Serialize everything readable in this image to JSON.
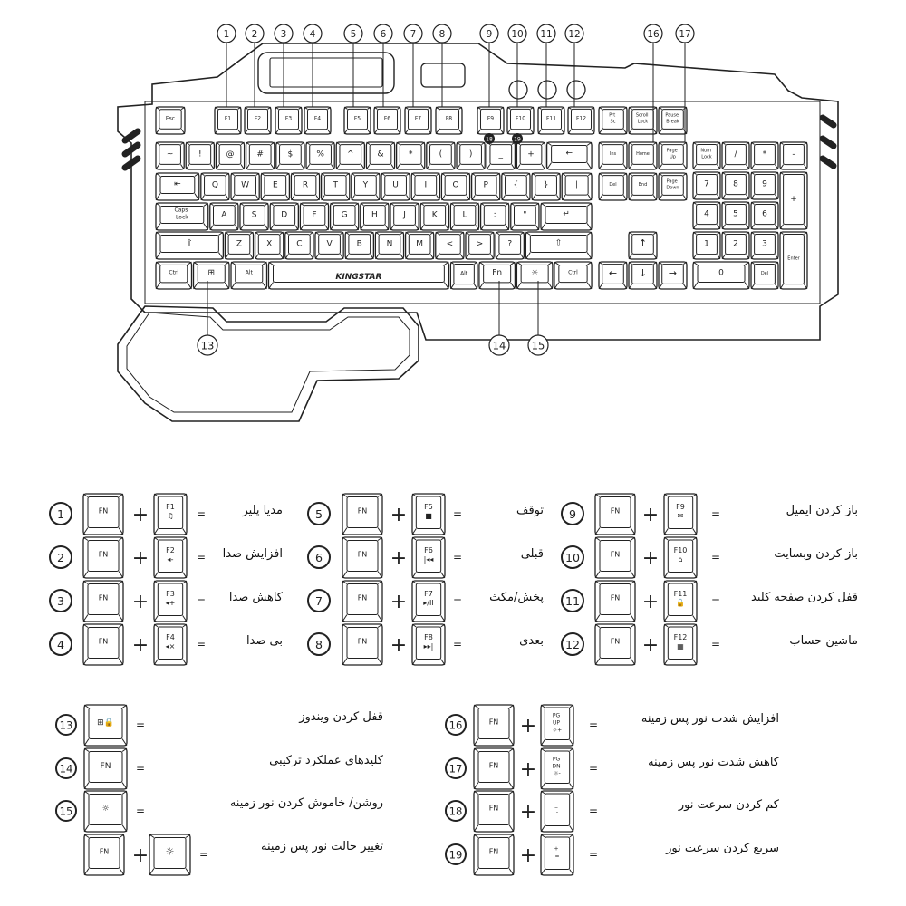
{
  "brand": "KINGSTAR",
  "colors": {
    "ink": "#222222",
    "background": "#ffffff"
  },
  "keyboard": {
    "fn_row": [
      "Esc",
      "F1",
      "F2",
      "F3",
      "F4",
      "F5",
      "F6",
      "F7",
      "F8",
      "F9",
      "F10",
      "F11",
      "F12"
    ],
    "nav_top": [
      "Prt Sc",
      "Scroll Lock",
      "Pause Break"
    ],
    "row1": [
      "~",
      "!",
      "@",
      "#",
      "$",
      "%",
      "^",
      "&",
      "*",
      "(",
      ")",
      "_",
      "+",
      "←"
    ],
    "row2": [
      "⇤",
      "Q",
      "W",
      "E",
      "R",
      "T",
      "Y",
      "U",
      "I",
      "O",
      "P",
      "{",
      "}",
      "|"
    ],
    "row3": [
      "Caps Lock",
      "A",
      "S",
      "D",
      "F",
      "G",
      "H",
      "J",
      "K",
      "L",
      ":",
      "\"",
      "↵"
    ],
    "row4": [
      "⇧",
      "Z",
      "X",
      "C",
      "V",
      "B",
      "N",
      "M",
      "<",
      ">",
      "?",
      "⇧"
    ],
    "row5": [
      "Ctrl",
      "⊞",
      "Alt",
      "KINGSTAR",
      "Alt",
      "Fn",
      "☼",
      "Ctrl"
    ],
    "nav": [
      "Ins",
      "Home",
      "Page Up",
      "Del",
      "End",
      "Page Down"
    ],
    "arrows": [
      "↑",
      "←",
      "↓",
      "→"
    ],
    "numpad": [
      "Num Lock",
      "/",
      "*",
      "-",
      "7",
      "8",
      "9",
      "+",
      "4",
      "5",
      "6",
      "1",
      "2",
      "3",
      "Enter",
      "0",
      "Del"
    ],
    "speed_badges": [
      "18",
      "19"
    ],
    "callouts": [
      "1",
      "2",
      "3",
      "4",
      "5",
      "6",
      "7",
      "8",
      "9",
      "10",
      "11",
      "12",
      "13",
      "14",
      "15",
      "16",
      "17"
    ]
  },
  "legend": {
    "fn_label": "FN",
    "plus": "+",
    "equals": "=",
    "items": [
      {
        "num": "1",
        "key": "F1",
        "icon": "♫",
        "text": "مدیا پلیر"
      },
      {
        "num": "2",
        "key": "F2",
        "icon": "◂-",
        "text": "افزایش صدا"
      },
      {
        "num": "3",
        "key": "F3",
        "icon": "◂+",
        "text": "کاهش صدا"
      },
      {
        "num": "4",
        "key": "F4",
        "icon": "◂×",
        "text": "بی صدا"
      },
      {
        "num": "5",
        "key": "F5",
        "icon": "■",
        "text": "توقف"
      },
      {
        "num": "6",
        "key": "F6",
        "icon": "|◂◂",
        "text": "قبلی"
      },
      {
        "num": "7",
        "key": "F7",
        "icon": "▸/II",
        "text": "پخش/مکث"
      },
      {
        "num": "8",
        "key": "F8",
        "icon": "▸▸|",
        "text": "بعدی"
      },
      {
        "num": "9",
        "key": "F9",
        "icon": "✉",
        "text": "باز کردن ایمیل"
      },
      {
        "num": "10",
        "key": "F10",
        "icon": "⌂",
        "text": "باز کردن وبسایت"
      },
      {
        "num": "11",
        "key": "F11",
        "icon": "🔓",
        "text": "قفل کردن صفحه کلید"
      },
      {
        "num": "12",
        "key": "F12",
        "icon": "▦",
        "text": "ماشین حساب"
      }
    ],
    "lower_left": [
      {
        "num": "13",
        "key": "⊞🔒",
        "text": "قفل کردن ویندوز"
      },
      {
        "num": "14",
        "key": "FN",
        "text": "کلیدهای عملکرد ترکیبی"
      },
      {
        "num": "15",
        "key": "☼",
        "text": "روشن/ خاموش کردن نور زمینه"
      },
      {
        "num": "",
        "key": "☼",
        "text": "تغییر حالت نور پس زمینه"
      }
    ],
    "lower_right": [
      {
        "num": "16",
        "key": "PG UP ☼+",
        "text": "افزایش شدت نور پس زمینه"
      },
      {
        "num": "17",
        "key": "PG DN ☼-",
        "text": "کاهش شدت نور پس زمینه"
      },
      {
        "num": "18",
        "key": "_ -",
        "text": "کم کردن سرعت نور"
      },
      {
        "num": "19",
        "key": "+ =",
        "text": "سریع کردن سرعت نور"
      }
    ]
  }
}
